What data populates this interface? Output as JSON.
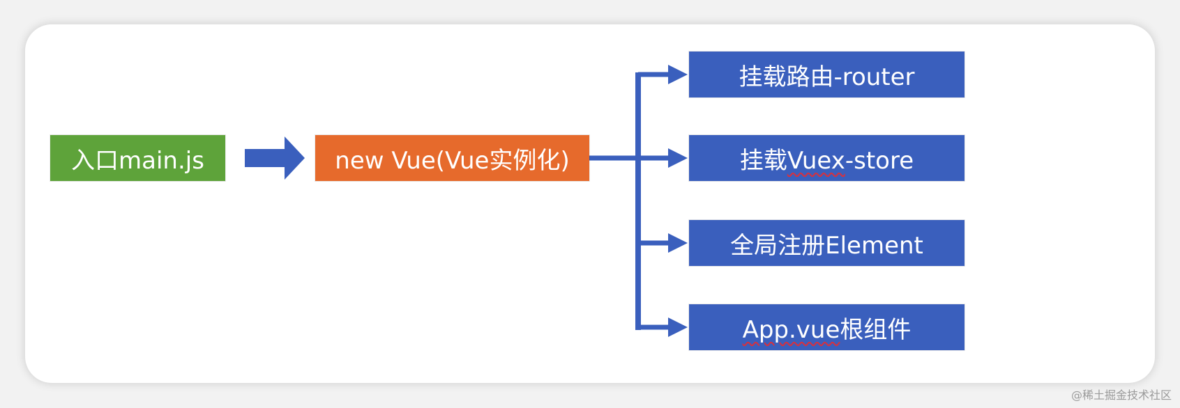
{
  "diagram": {
    "entry": {
      "label": "入口main.js",
      "color": "#5ea33a"
    },
    "vue": {
      "label": "new Vue(Vue实例化)",
      "color": "#e66a2c"
    },
    "targets": [
      {
        "prefix": "挂载路由-router",
        "marked": "",
        "suffix": ""
      },
      {
        "prefix": "挂载",
        "marked": "Vuex",
        "suffix": "-store"
      },
      {
        "prefix": "全局注册Element",
        "marked": "",
        "suffix": ""
      },
      {
        "prefix": "",
        "marked": "App.vue",
        "suffix": "根组件"
      }
    ],
    "target_color": "#3a5fbd",
    "arrow_color": "#3a5fbd",
    "spell_mark_color": "#d9303c"
  },
  "watermark": "@稀土掘金技术社区"
}
